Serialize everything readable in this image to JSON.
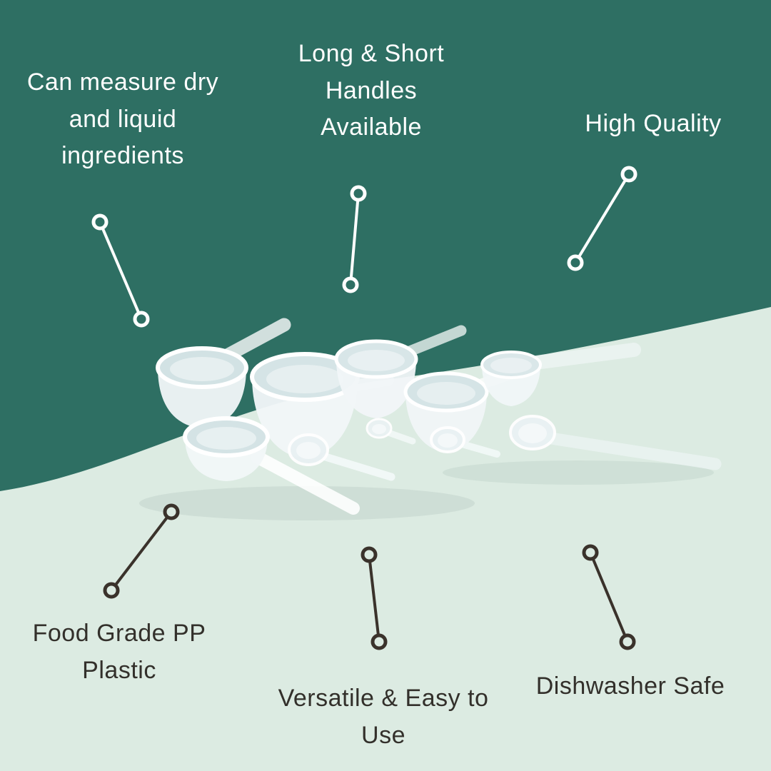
{
  "page": {
    "kind": "product-infographic",
    "subject": "plastic measuring scoops and spoons set"
  },
  "colors": {
    "background_top": "#2E6F63",
    "background_bottom": "#DCEBE2",
    "text_light": "#FFFFFF",
    "text_dark": "#33302B",
    "callout_line_light": "#FFFFFF",
    "callout_line_dark": "#3A322B",
    "scoop_white": "#F2F7F8"
  },
  "callouts": [
    {
      "id": "measure",
      "label": "Can measure dry\nand liquid\ningredients",
      "tone": "light"
    },
    {
      "id": "handles",
      "label": "Long & Short\nHandles\nAvailable",
      "tone": "light"
    },
    {
      "id": "quality",
      "label": "High Quality",
      "tone": "light"
    },
    {
      "id": "foodgrade",
      "label": "Food Grade PP\nPlastic",
      "tone": "dark"
    },
    {
      "id": "versatile",
      "label": "Versatile & Easy to\nUse",
      "tone": "dark"
    },
    {
      "id": "dishwasher",
      "label": "Dishwasher Safe",
      "tone": "dark"
    }
  ]
}
